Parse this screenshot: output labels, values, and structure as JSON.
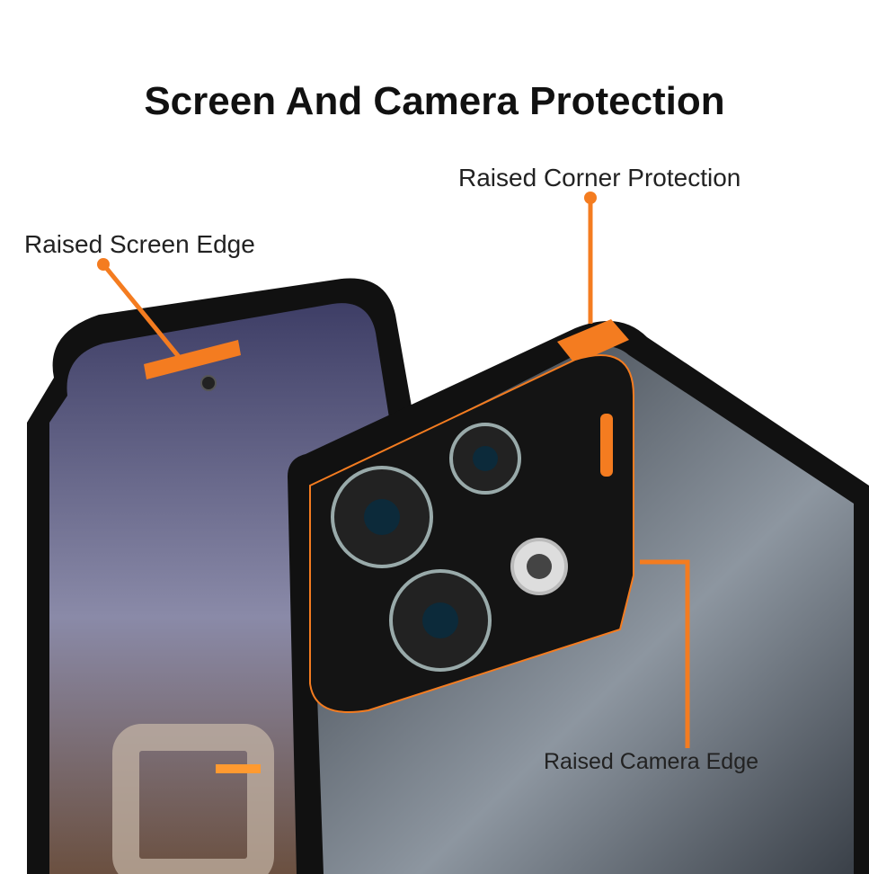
{
  "title": "Screen And Camera Protection",
  "callouts": {
    "corner": "Raised Corner Protection",
    "screen": "Raised Screen Edge",
    "camera": "Raised Camera Edge"
  },
  "colors": {
    "accent": "#f47c20",
    "case": "#111111",
    "screen": "#5a5a80"
  }
}
